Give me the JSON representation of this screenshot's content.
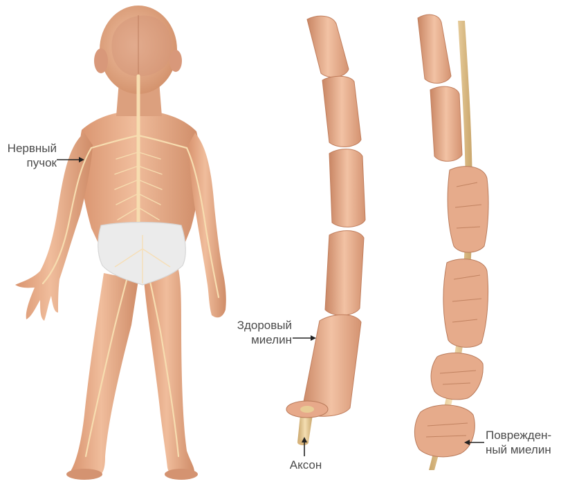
{
  "labels": {
    "nerve_bundle": [
      "Нервный",
      "пучок"
    ],
    "healthy_myelin": [
      "Здоровый",
      "миелин"
    ],
    "axon": "Аксон",
    "damaged_myelin": [
      "Поврежден-",
      "ный миелин"
    ]
  },
  "colors": {
    "skin": "#e8b08f",
    "skin_shadow": "#c98a66",
    "hair": "#d9a07c",
    "nerve": "#f6dcae",
    "diaper": "#ececec",
    "myelin": "#e4a583",
    "myelin_light": "#f1c3a6",
    "myelin_dark": "#b97a5a",
    "axon": "#e2c68f",
    "label_text": "#4a4a4a",
    "arrow": "#222222"
  }
}
